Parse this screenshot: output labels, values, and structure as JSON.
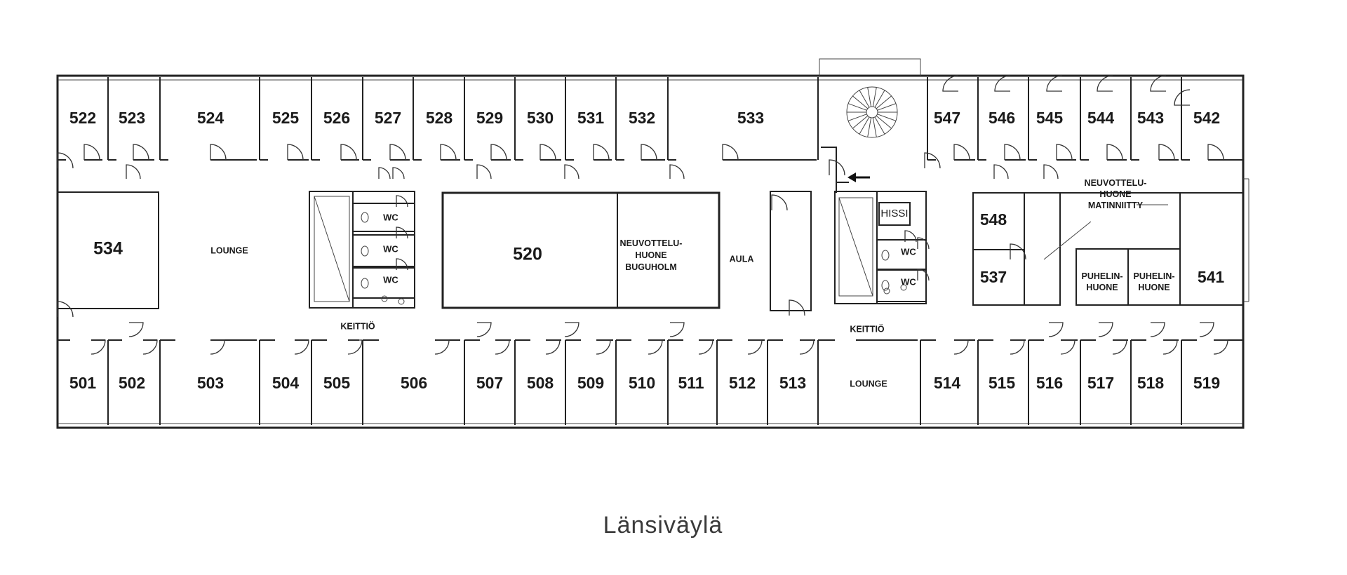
{
  "rooms_top": [
    "522",
    "523",
    "524",
    "525",
    "526",
    "527",
    "528",
    "529",
    "530",
    "531",
    "532",
    "533",
    "547",
    "546",
    "545",
    "544",
    "543",
    "542"
  ],
  "rooms_bottom": [
    "501",
    "502",
    "503",
    "504",
    "505",
    "506",
    "507",
    "508",
    "509",
    "510",
    "511",
    "512",
    "513",
    "514",
    "515",
    "516",
    "517",
    "518",
    "519"
  ],
  "rooms_middle": {
    "r534": "534",
    "r520": "520",
    "r548": "548",
    "r537": "537",
    "r541": "541"
  },
  "labels": {
    "lounge_west": "LOUNGE",
    "lounge_east": "LOUNGE",
    "kitchen_west": "KEITTIÖ",
    "kitchen_east": "KEITTIÖ",
    "aula": "AULA",
    "hissi": "HISSI",
    "wc": "WC",
    "buguholm": [
      "NEUVOTTELU-",
      "HUONE",
      "BUGUHOLM"
    ],
    "matinniitty": [
      "NEUVOTTELU-",
      "HUONE",
      "MATINNIITTY"
    ],
    "puhelin_1": [
      "PUHELIN-",
      "HUONE"
    ],
    "puhelin_2": [
      "PUHELIN-",
      "HUONE"
    ]
  },
  "caption": "Länsiväylä",
  "colors": {
    "wall": "#222222",
    "text": "#1a1a1a",
    "background": "#ffffff"
  },
  "icons": [
    "door-swing-icon",
    "spiral-staircase-icon",
    "entrance-arrow-icon",
    "elevator-icon",
    "toilet-icon",
    "sink-icon"
  ]
}
